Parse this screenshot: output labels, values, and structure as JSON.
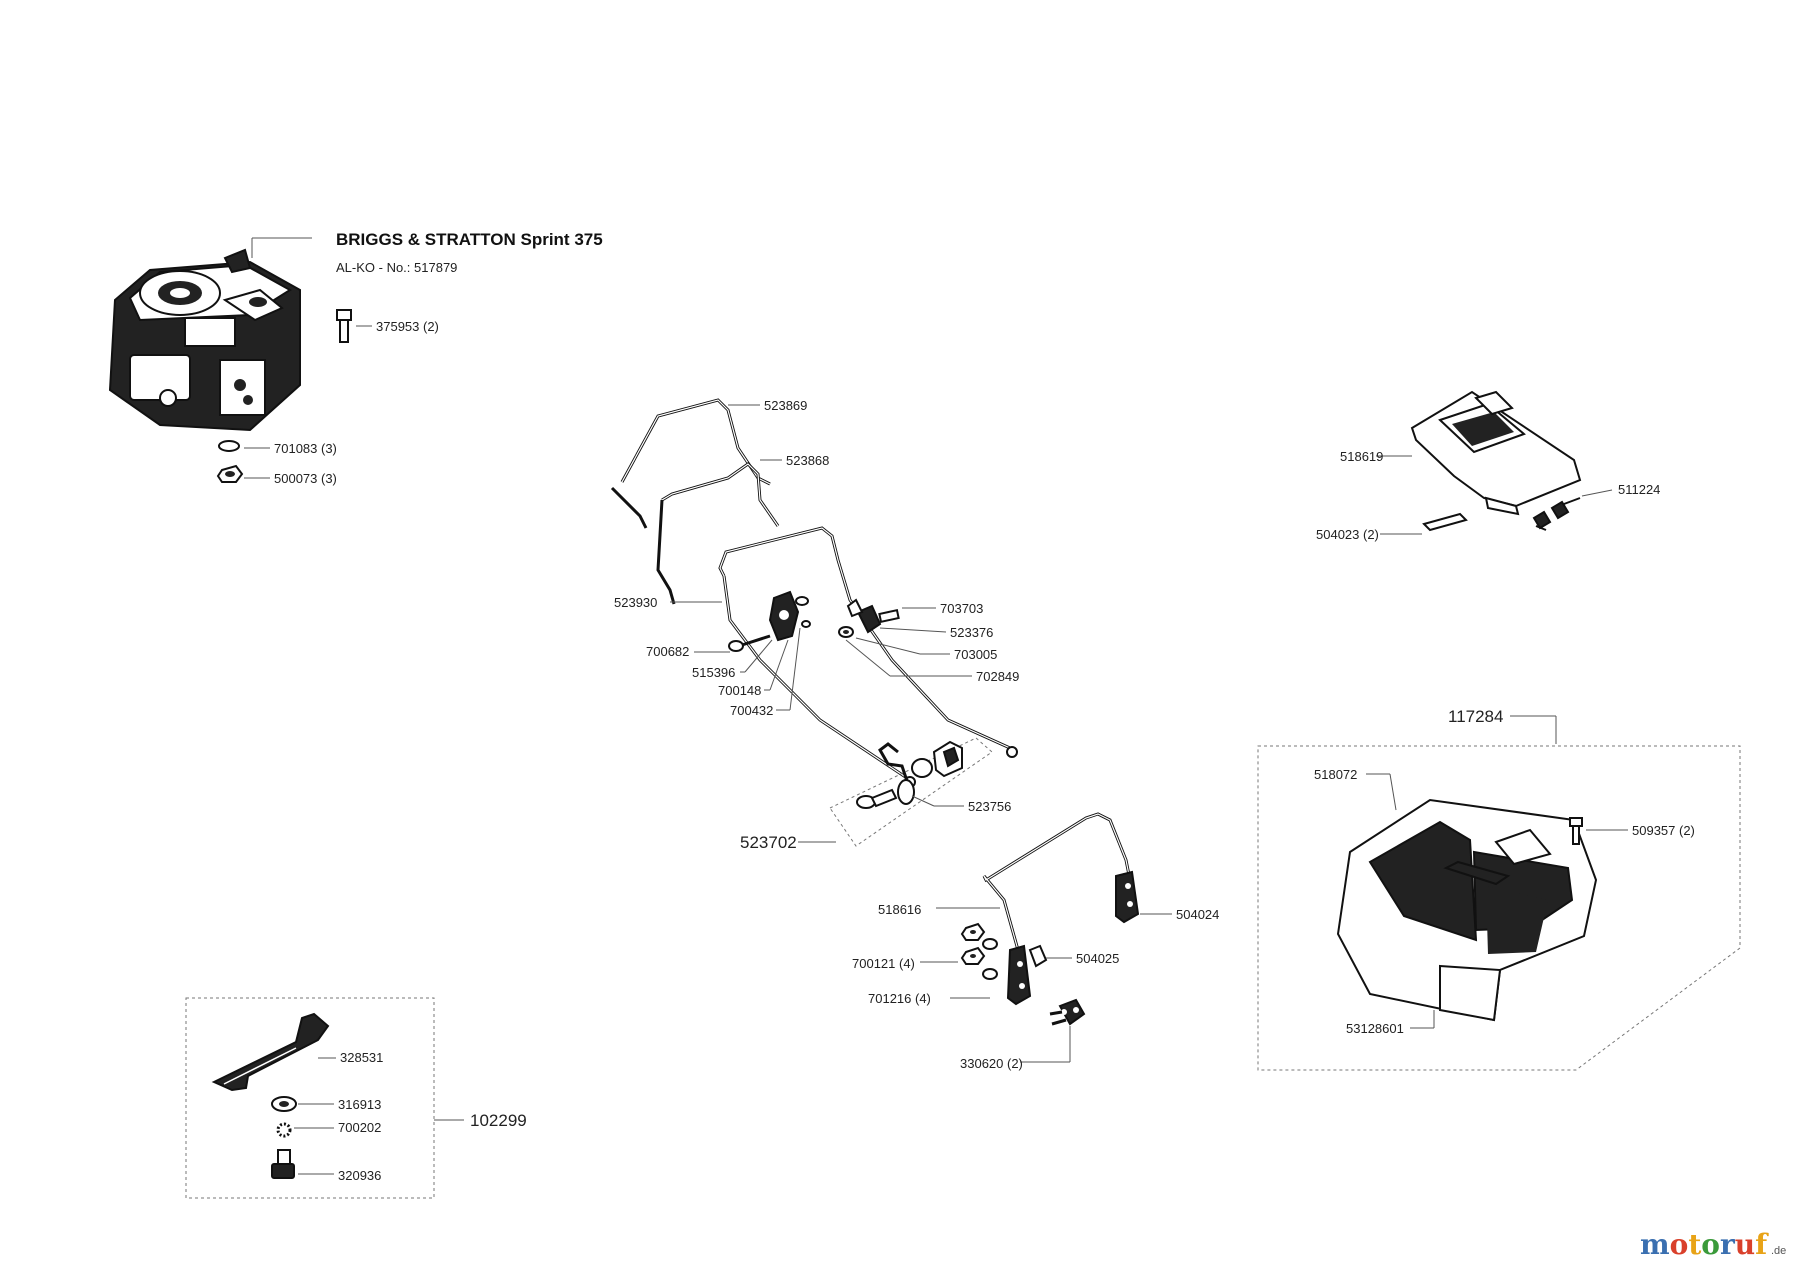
{
  "engine": {
    "title": "BRIGGS & STRATTON Sprint 375",
    "alko_no": "AL-KO - No.: 517879"
  },
  "labels": {
    "p375953": "375953 (2)",
    "p701083": "701083 (3)",
    "p500073": "500073 (3)",
    "p523869": "523869",
    "p523868": "523868",
    "p523930": "523930",
    "p703703": "703703",
    "p523376": "523376",
    "p703005": "703005",
    "p702849": "702849",
    "p700682": "700682",
    "p515396": "515396",
    "p700148": "700148",
    "p700432": "700432",
    "p523756": "523756",
    "p523702": "523702",
    "p518619": "518619",
    "p511224": "511224",
    "p504023": "504023 (2)",
    "p117284": "117284",
    "p518072": "518072",
    "p509357": "509357 (2)",
    "p53128601": "53128601",
    "p518616": "518616",
    "p504024": "504024",
    "p700121": "700121 (4)",
    "p504025": "504025",
    "p701216": "701216 (4)",
    "p330620": "330620 (2)",
    "p328531": "328531",
    "p316913": "316913",
    "p700202": "700202",
    "p320936": "320936",
    "p102299": "102299"
  },
  "logo": {
    "letters": [
      "m",
      "o",
      "t",
      "o",
      "r",
      "u",
      "f"
    ],
    "colors": [
      "#3a6fb0",
      "#d9402b",
      "#e8a317",
      "#3a9a3a",
      "#3a6fb0",
      "#d9402b",
      "#e8a317"
    ],
    "suffix": ".de"
  }
}
